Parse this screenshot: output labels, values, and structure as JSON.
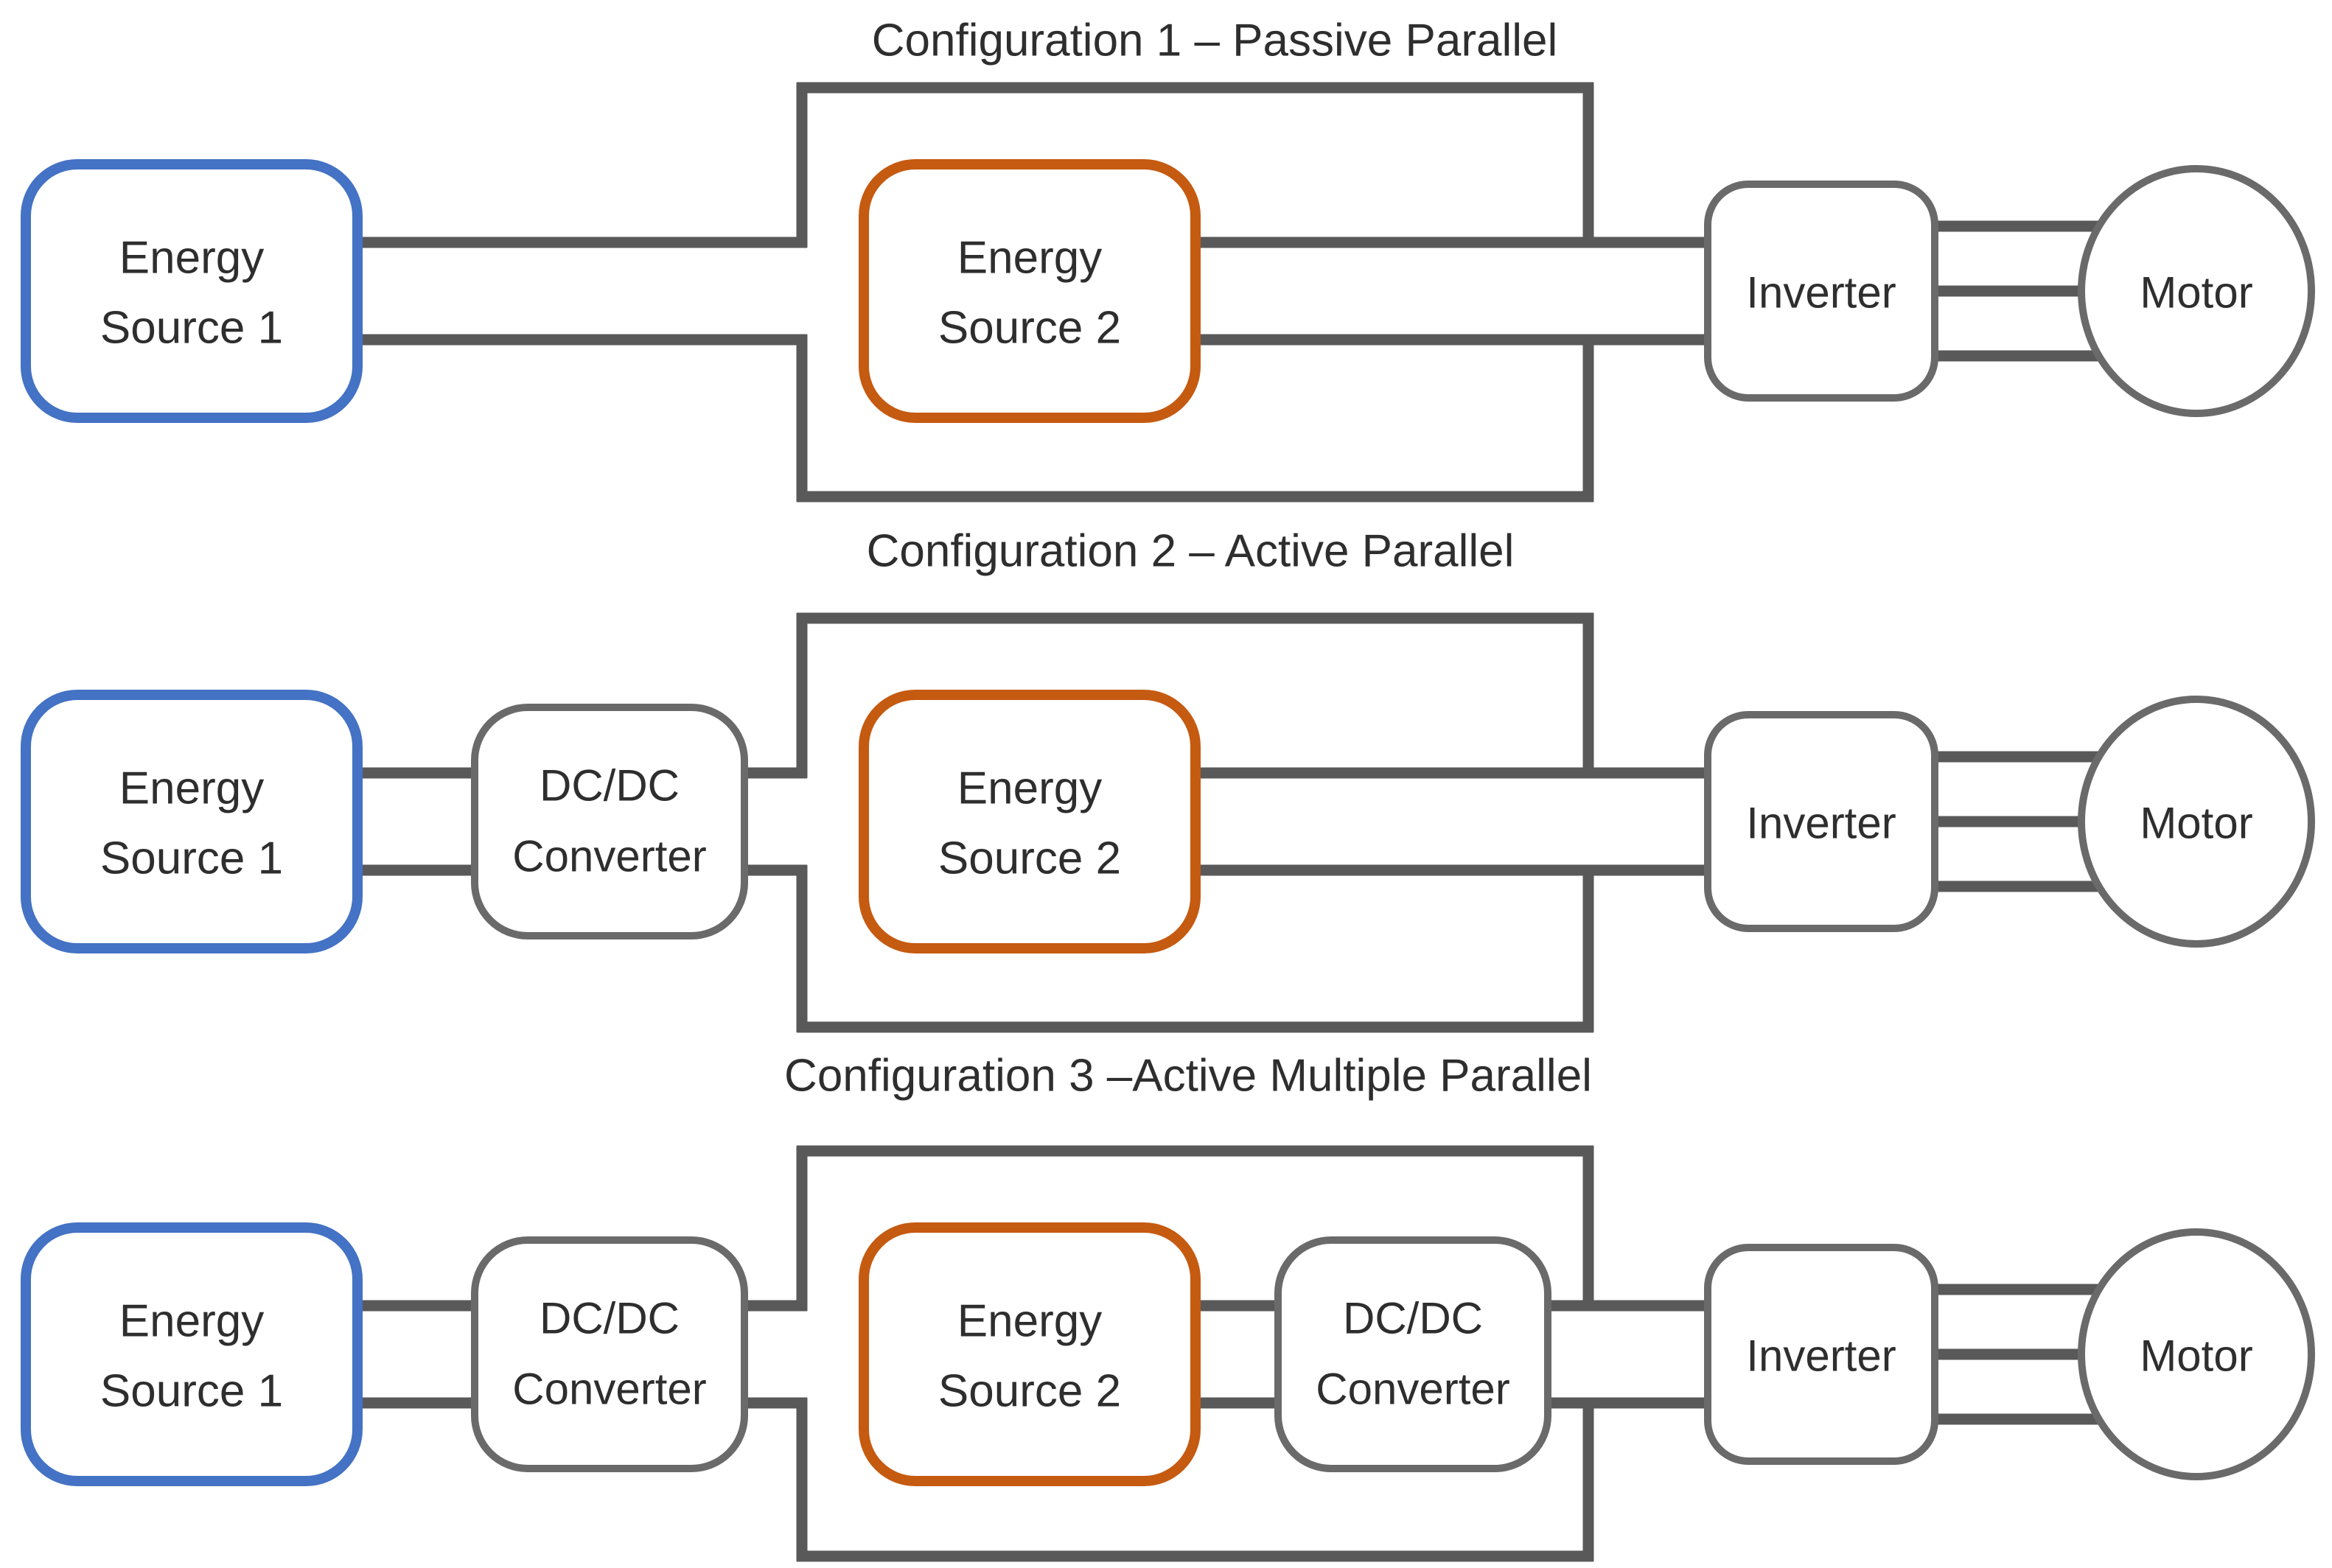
{
  "figure": {
    "background": "#ffffff"
  },
  "colors": {
    "wire_color": "#595959",
    "outline_color": "#6a6a6a",
    "source1_color": "#4472c4",
    "source2_color": "#c55a11",
    "text_color": "#2e2e2e"
  },
  "labels": {
    "energy_source_1": {
      "line1": "Energy",
      "line2": "Source 1"
    },
    "energy_source_2": {
      "line1": "Energy",
      "line2": "Source 2"
    },
    "dcdc_converter": {
      "line1": "DC/DC",
      "line2": "Converter"
    },
    "inverter": "Inverter",
    "motor": "Motor"
  },
  "configurations": [
    {
      "title": "Configuration 1 – Passive Parallel"
    },
    {
      "title": "Configuration 2 – Active Parallel"
    },
    {
      "title": "Configuration 3 –Active Multiple Parallel"
    }
  ]
}
